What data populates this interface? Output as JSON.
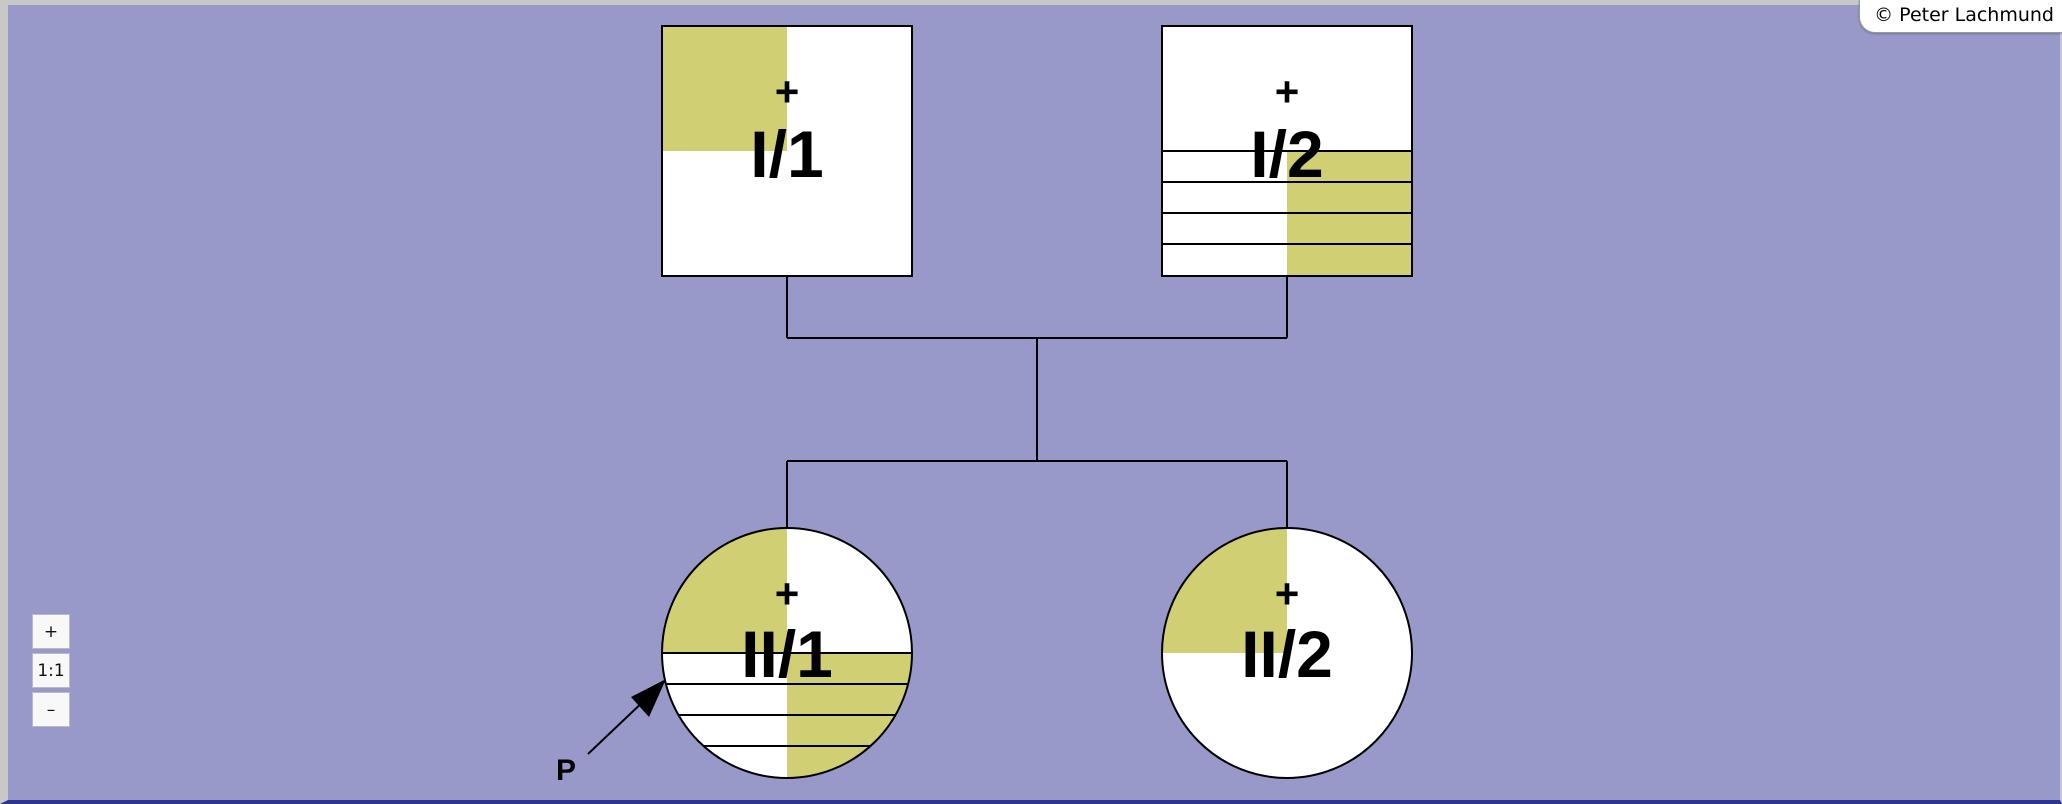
{
  "copyright": "© Peter Lachmund",
  "zoom": {
    "plus": "+",
    "reset": "1:1",
    "minus": "–"
  },
  "colors": {
    "canvas": "#9899c9",
    "fill": "#d1cf74",
    "line": "#000000"
  },
  "proband_label": "P",
  "individuals": [
    {
      "id": "I/1",
      "sex": "male",
      "deceased_mark": "+",
      "pattern": "top-left"
    },
    {
      "id": "I/2",
      "sex": "male",
      "deceased_mark": "+",
      "pattern": "lower-striped"
    },
    {
      "id": "II/1",
      "sex": "female",
      "deceased_mark": "+",
      "pattern": "top-left-and-lower-striped",
      "proband": true
    },
    {
      "id": "II/2",
      "sex": "female",
      "deceased_mark": "+",
      "pattern": "top-left"
    }
  ]
}
